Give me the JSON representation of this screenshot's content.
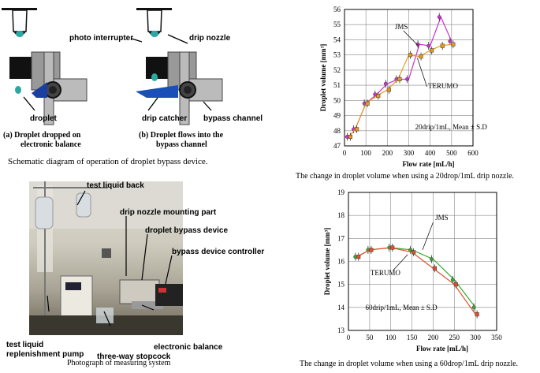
{
  "schematic": {
    "labels": {
      "photo_interrupter": "photo interrupter",
      "drip_nozzle": "drip nozzle",
      "droplet": "droplet",
      "drip_catcher": "drip catcher",
      "bypass_channel": "bypass channel"
    },
    "sub_a_line1": "(a)   Droplet dropped on",
    "sub_a_line2": "electronic balance",
    "sub_b_line1": "(b)   Droplet flows into the",
    "sub_b_line2": "bypass channel",
    "caption": "Schematic diagram of operation of  droplet bypass device."
  },
  "photo": {
    "labels": {
      "test_liquid_back": "test liquid back",
      "drip_nozzle_mounting_part": "drip nozzle mounting part",
      "droplet_bypass_device": "droplet bypass device",
      "bypass_device_controller": "bypass device controller",
      "test_liquid": "test liquid",
      "replenishment_pump": "replenishment pump",
      "electronic_balance": "electronic balance",
      "three_way_stopcock": "three-way stopcock"
    },
    "caption": "Photograph of measuring system"
  },
  "chart_data": [
    {
      "type": "scatter",
      "xlabel": "Flow rate  [mL/h]",
      "ylabel": "Droplet volume [mm³]",
      "xlim": [
        0,
        600
      ],
      "ylim": [
        47,
        56
      ],
      "xticks": [
        "0",
        "100",
        "200",
        "300",
        "400",
        "500",
        "600"
      ],
      "yticks": [
        "47",
        "48",
        "49",
        "50",
        "51",
        "52",
        "53",
        "54",
        "55",
        "56"
      ],
      "annotation": "20drip/1mL,  Mean ± S.D",
      "series": [
        {
          "name": "JMS",
          "color": "#cc33cc",
          "x": [
            20,
            50,
            100,
            150,
            200,
            250,
            300,
            350,
            400,
            450,
            500
          ],
          "y": [
            47.6,
            48.1,
            49.8,
            50.4,
            51.1,
            51.4,
            51.4,
            53.7,
            53.6,
            55.5,
            53.9
          ]
        },
        {
          "name": "TERUMO",
          "color": "#e89a20",
          "x": [
            20,
            50,
            100,
            150,
            200,
            250,
            300,
            350,
            400,
            450,
            500
          ],
          "y": [
            47.6,
            48.1,
            49.8,
            50.3,
            50.7,
            51.4,
            53.0,
            52.9,
            53.3,
            53.6,
            53.7
          ]
        }
      ],
      "caption": "The change in droplet volume when using a 20drop/1mL drip nozzle."
    },
    {
      "type": "scatter",
      "xlabel": "Flow rate  [mL/h]",
      "ylabel": "Droplet volume [mm³]",
      "xlim": [
        0,
        350
      ],
      "ylim": [
        13,
        19
      ],
      "xticks": [
        "0",
        "50",
        "100",
        "150",
        "200",
        "250",
        "300",
        "350"
      ],
      "yticks": [
        "13",
        "14",
        "15",
        "16",
        "17",
        "18",
        "19"
      ],
      "annotation": "60drip/1mL,  Mean ± S.D",
      "series": [
        {
          "name": "JMS",
          "color": "#33aa33",
          "x": [
            20,
            50,
            100,
            150,
            200,
            250,
            300
          ],
          "y": [
            16.2,
            16.5,
            16.6,
            16.5,
            16.1,
            15.2,
            14.0
          ]
        },
        {
          "name": "TERUMO",
          "color": "#e05030",
          "x": [
            20,
            50,
            100,
            150,
            200,
            250,
            300
          ],
          "y": [
            16.2,
            16.5,
            16.6,
            16.4,
            15.7,
            15.0,
            13.7
          ]
        }
      ],
      "caption": "The change in droplet volume when using a 60drop/1mL drip nozzle."
    }
  ]
}
